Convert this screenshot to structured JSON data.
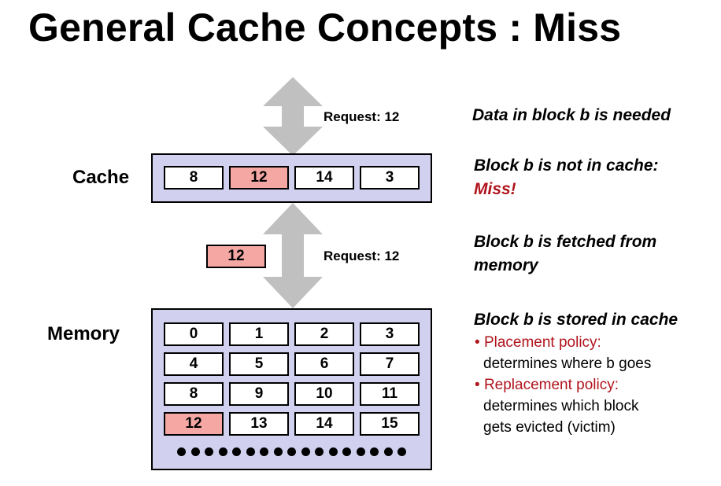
{
  "title": "General Cache Concepts : Miss",
  "cache_label": "Cache",
  "memory_label": "Memory",
  "request_label_top": "Request: 12",
  "request_label_mid": "Request: 12",
  "fetched_block": "12",
  "cache_cells": [
    {
      "value": "8",
      "highlight": false
    },
    {
      "value": "12",
      "highlight": true
    },
    {
      "value": "14",
      "highlight": false
    },
    {
      "value": "3",
      "highlight": false
    }
  ],
  "memory_cells": [
    {
      "value": "0",
      "highlight": false
    },
    {
      "value": "1",
      "highlight": false
    },
    {
      "value": "2",
      "highlight": false
    },
    {
      "value": "3",
      "highlight": false
    },
    {
      "value": "4",
      "highlight": false
    },
    {
      "value": "5",
      "highlight": false
    },
    {
      "value": "6",
      "highlight": false
    },
    {
      "value": "7",
      "highlight": false
    },
    {
      "value": "8",
      "highlight": false
    },
    {
      "value": "9",
      "highlight": false
    },
    {
      "value": "10",
      "highlight": false
    },
    {
      "value": "11",
      "highlight": false
    },
    {
      "value": "12",
      "highlight": true
    },
    {
      "value": "13",
      "highlight": false
    },
    {
      "value": "14",
      "highlight": false
    },
    {
      "value": "15",
      "highlight": false
    }
  ],
  "notes": {
    "needed": "Data in block b is needed",
    "not_in_cache": "Block b is not in cache:",
    "miss": "Miss!",
    "fetched_line1": "Block b is fetched from",
    "fetched_line2": "memory",
    "stored": "Block b is stored in cache",
    "placement_head": "Placement policy:",
    "placement_body": "determines where b goes",
    "replacement_head": "Replacement policy:",
    "replacement_body_1": "determines which block",
    "replacement_body_2": "gets evicted (victim)"
  },
  "colors": {
    "panel": "#d1d1ef",
    "highlight": "#f4a7a3",
    "arrow": "#c0c0c0",
    "accent_red": "#b0141c"
  },
  "icons": {
    "bullet": "bullet-icon",
    "arrow": "double-arrow-icon",
    "ellipsis": "ellipsis-dots-icon"
  }
}
